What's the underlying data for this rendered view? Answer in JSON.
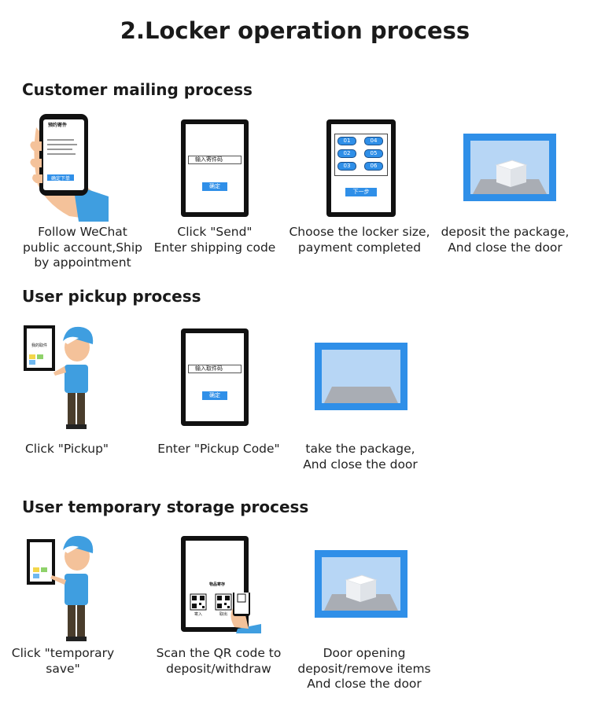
{
  "title": "2.Locker operation process",
  "sections": [
    {
      "heading": "Customer mailing process",
      "steps": [
        {
          "caption": "Follow WeChat\npublic account,Ship\nby appointment",
          "phone_title": "预约寄件",
          "phone_button": "确定下单"
        },
        {
          "caption": "Click \"Send\"\nEnter shipping code",
          "input_text": "输入寄件码",
          "button": "确定"
        },
        {
          "caption": "Choose the locker size,\npayment completed",
          "lockers": [
            "01",
            "04",
            "02",
            "05",
            "03",
            "06"
          ],
          "button": "下一步"
        },
        {
          "caption": "deposit the package,\nAnd close the door"
        }
      ]
    },
    {
      "heading": "User pickup process",
      "steps": [
        {
          "caption": "Click \"Pickup\"",
          "screen_text": "我的取件"
        },
        {
          "caption": "Enter \"Pickup Code\"",
          "input_text": "输入取件码",
          "button": "确定"
        },
        {
          "caption": "take the package,\nAnd close the door"
        }
      ]
    },
    {
      "heading": "User temporary storage process",
      "steps": [
        {
          "caption": "Click \"temporary\nsave\""
        },
        {
          "caption": "Scan the QR code to\ndeposit/withdraw",
          "screen_title": "物品寄存",
          "qr_labels": [
            "寄入",
            "取出"
          ]
        },
        {
          "caption": "Door opening\ndeposit/remove items\nAnd close the door"
        }
      ]
    }
  ],
  "colors": {
    "accent": "#2f8fe8",
    "door_frame": "#2f8fe8",
    "door_inner": "#b7d6f5",
    "shelf": "#a9adb4",
    "shirt": "#3f9ee0",
    "skin": "#f4c29a"
  }
}
